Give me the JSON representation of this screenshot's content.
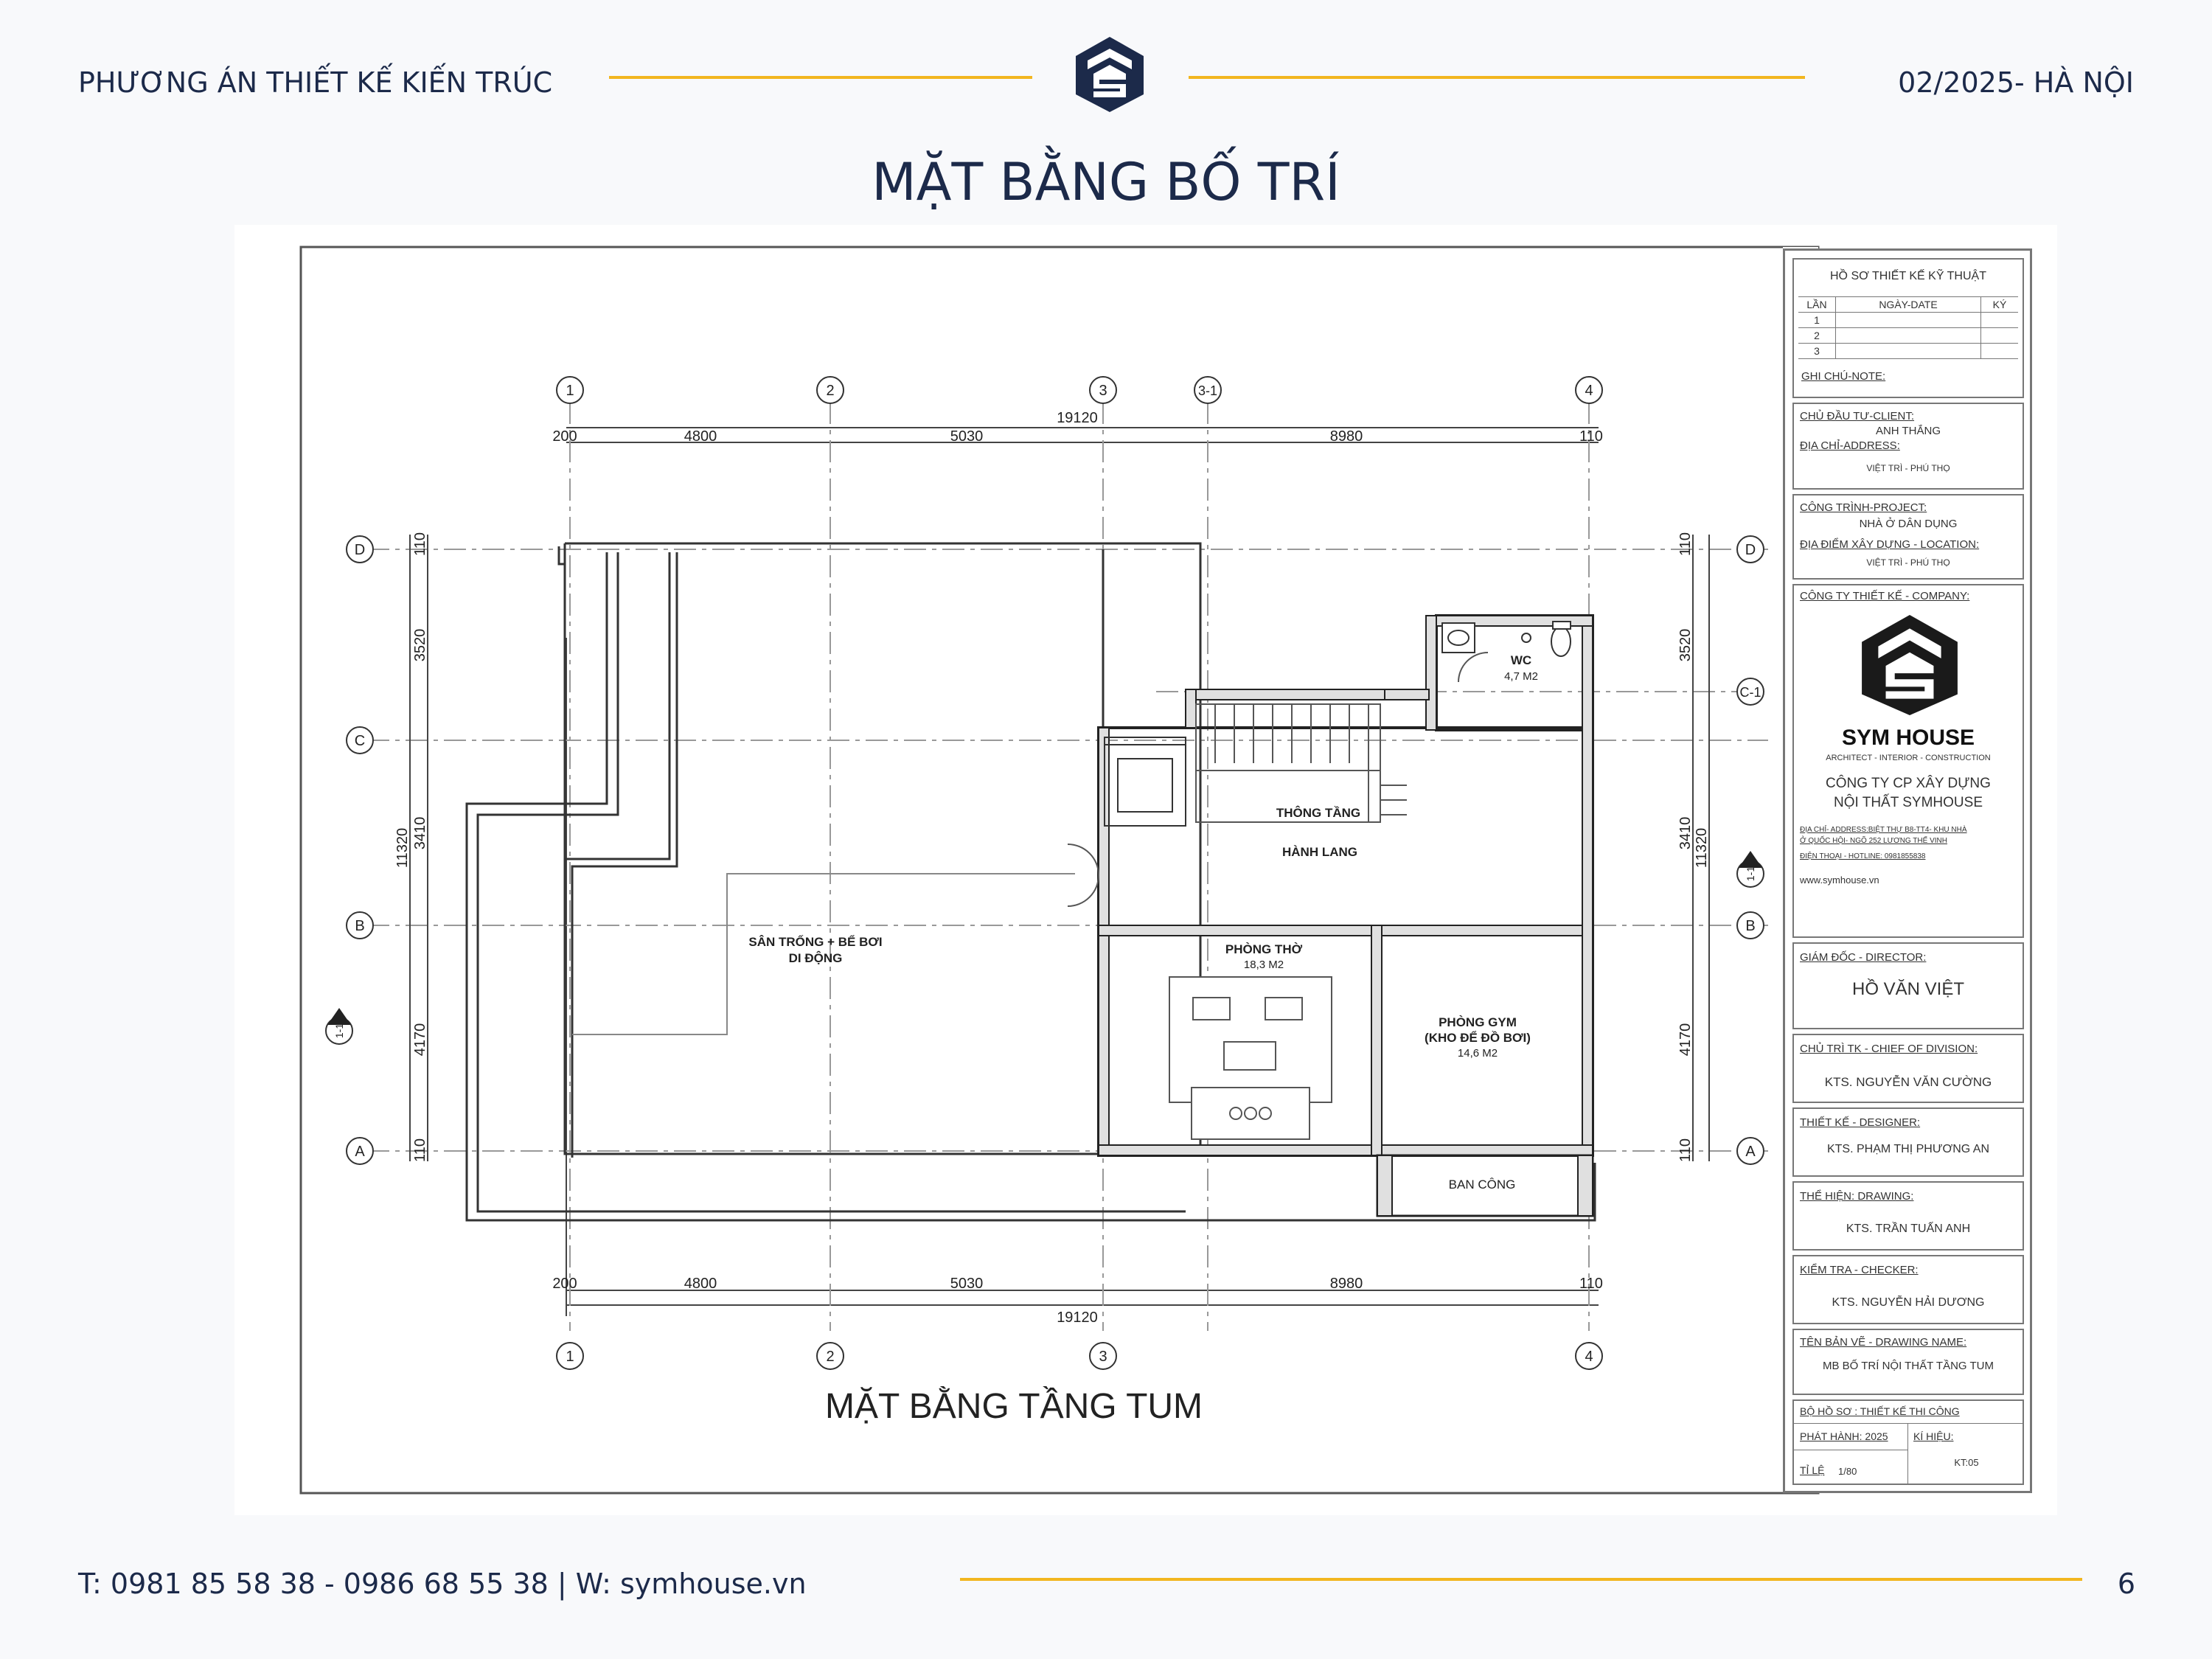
{
  "header": {
    "left_text": "PHƯƠNG ÁN THIẾT KẾ KIẾN TRÚC",
    "right_text": "02/2025- HÀ NỘI",
    "accent_color": "#f2b61f",
    "brand_color": "#1c2a4a",
    "logo_icon": "symhouse-logo-icon"
  },
  "page_title": "MẶT BẰNG BỐ TRÍ",
  "drawing": {
    "title": "MẶT BẰNG TẦNG TUM",
    "axes_top": [
      "1",
      "2",
      "3",
      "3-1",
      "4"
    ],
    "axes_bottom": [
      "1",
      "2",
      "3",
      "4"
    ],
    "axes_side": [
      "D",
      "C",
      "B",
      "A"
    ],
    "axis_c1": "C-1",
    "dims_h": [
      "200",
      "4800",
      "5030",
      "8980",
      "110"
    ],
    "dim_total_h": "19120",
    "dims_v_left": [
      "110",
      "3520",
      "3410",
      "4170",
      "110"
    ],
    "dim_total_v": "11320",
    "dims_v_right": [
      "110",
      "3520",
      "3410",
      "4170",
      "110"
    ],
    "section_mark": "1-1",
    "rooms": {
      "wc_name": "WC",
      "wc_area": "4,7 M2",
      "stair": "THÔNG TẦNG",
      "hall": "HÀNH LANG",
      "terrace_line1": "SÂN TRỐNG + BỂ BƠI",
      "terrace_line2": "DI ĐỘNG",
      "worship_name": "PHÒNG THỜ",
      "worship_area": "18,3 M2",
      "gym_name": "PHÒNG GYM",
      "gym_sub": "(KHO ĐỂ ĐỒ BƠI)",
      "gym_area": "14,6 M2",
      "balcony": "BAN CÔNG"
    }
  },
  "title_block": {
    "dossier": "HỒ SƠ THIẾT KẾ KỸ THUẬT",
    "col_lan": "LẦN",
    "col_date": "NGÀY-DATE",
    "col_sign": "KÝ",
    "rows": [
      "1",
      "2",
      "3"
    ],
    "note": "GHI CHÚ-NOTE:",
    "client_label": "CHỦ ĐẦU TƯ-CLIENT:",
    "client_value": "ANH THẮNG",
    "address_label": "ĐỊA CHỈ-ADDRESS:",
    "address_value": "VIỆT TRÌ - PHÚ THỌ",
    "project_label": "CÔNG TRÌNH-PROJECT:",
    "project_value": "NHÀ Ở DÂN DỤNG",
    "location_label": "ĐỊA ĐIỂM XÂY DỰNG - LOCATION:",
    "location_value": "VIỆT TRÌ - PHÚ THỌ",
    "company_label": "CÔNG TY THIẾT KẾ - COMPANY:",
    "brand_name": "SYM HOUSE",
    "brand_tagline": "ARCHITECT - INTERIOR - CONSTRUCTION",
    "company_line1": "CÔNG TY CP XÂY DỰNG",
    "company_line2": "NỘI THẤT  SYMHOUSE",
    "company_addr1": "ĐỊA CHỈ- ADDRESS:BIỆT THỰ B8-TT4- KHU NHÀ",
    "company_addr2": "Ở QUỐC HỘI- NGÕ 252 LƯƠNG THẾ VINH",
    "company_phone": "ĐIỆN THOẠI - HOTLINE: 0981855838",
    "company_web": "www.symhouse.vn",
    "director_label": "GIÁM ĐỐC - DIRECTOR:",
    "director_value": "HỒ VĂN VIỆT",
    "chief_label": "CHỦ TRÌ TK - CHIEF OF DIVISION:",
    "chief_value": "KTS. NGUYỄN VĂN CƯỜNG",
    "designer_label": "THIẾT KẾ - DESIGNER:",
    "designer_value": "KTS. PHẠM THỊ PHƯƠNG AN",
    "drawing_label": "THỂ HIỆN: DRAWING:",
    "drawing_value": "KTS. TRẦN TUẤN ANH",
    "checker_label": "KIỂM TRA - CHECKER:",
    "checker_value": "KTS. NGUYỄN HẢI DƯƠNG",
    "dname_label": "TÊN BẢN VẼ - DRAWING NAME:",
    "dname_value": "MB BỐ TRÍ NỘI THẤT TẦNG TUM",
    "set_label": "BỘ HỒ SƠ : THIẾT KẾ THI CÔNG",
    "issue_label": "PHÁT HÀNH: 2025",
    "code_label": "KÍ HIỆU:",
    "code_value": "KT:05",
    "scale_label": "TỈ LỆ",
    "scale_value": "1/80"
  },
  "footer": {
    "contact": "T: 0981 85 58 38 - 0986 68 55 38  |  W: symhouse.vn",
    "page_number": "6"
  }
}
